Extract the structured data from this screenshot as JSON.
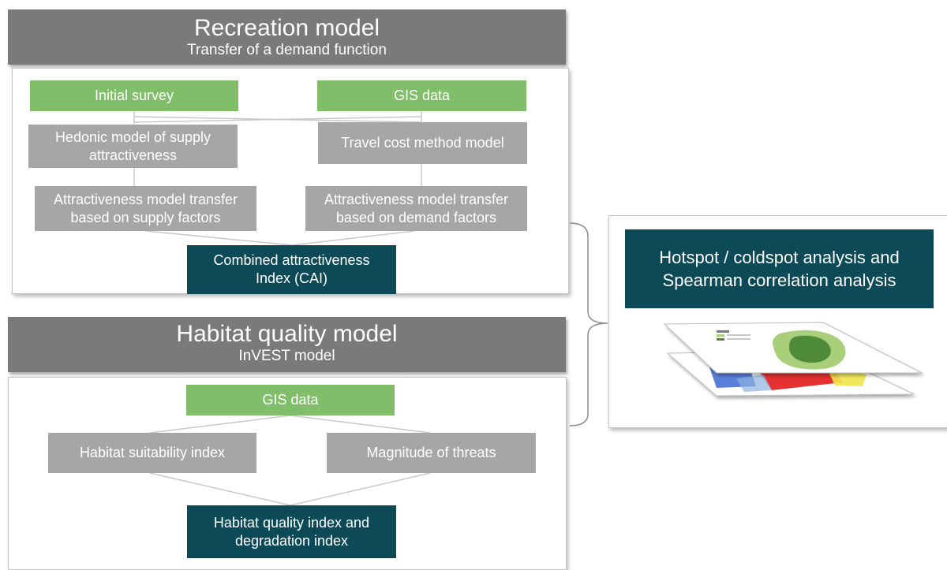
{
  "recreation": {
    "title": "Recreation model",
    "subtitle": "Transfer of a demand function",
    "initial_survey": "Initial survey",
    "gis_data": "GIS data",
    "hedonic_model": "Hedonic model of supply attractiveness",
    "travel_cost": "Travel cost method model",
    "transfer_supply": "Attractiveness model transfer based on supply factors",
    "transfer_demand": "Attractiveness model transfer based on demand factors",
    "cai": "Combined attractiveness Index (CAI)"
  },
  "habitat": {
    "title": "Habitat quality model",
    "subtitle": "InVEST model",
    "gis_data": "GIS data",
    "suitability": "Habitat suitability index",
    "threats": "Magnitude of threats",
    "quality_index": "Habitat quality index and degradation index"
  },
  "analysis": {
    "title": "Hotspot / coldspot analysis and Spearman correlation analysis"
  },
  "colors": {
    "header_gray": "#7a7a7a",
    "green": "#80be6a",
    "gray_box": "#a6a6a6",
    "teal": "#0d4a57"
  }
}
